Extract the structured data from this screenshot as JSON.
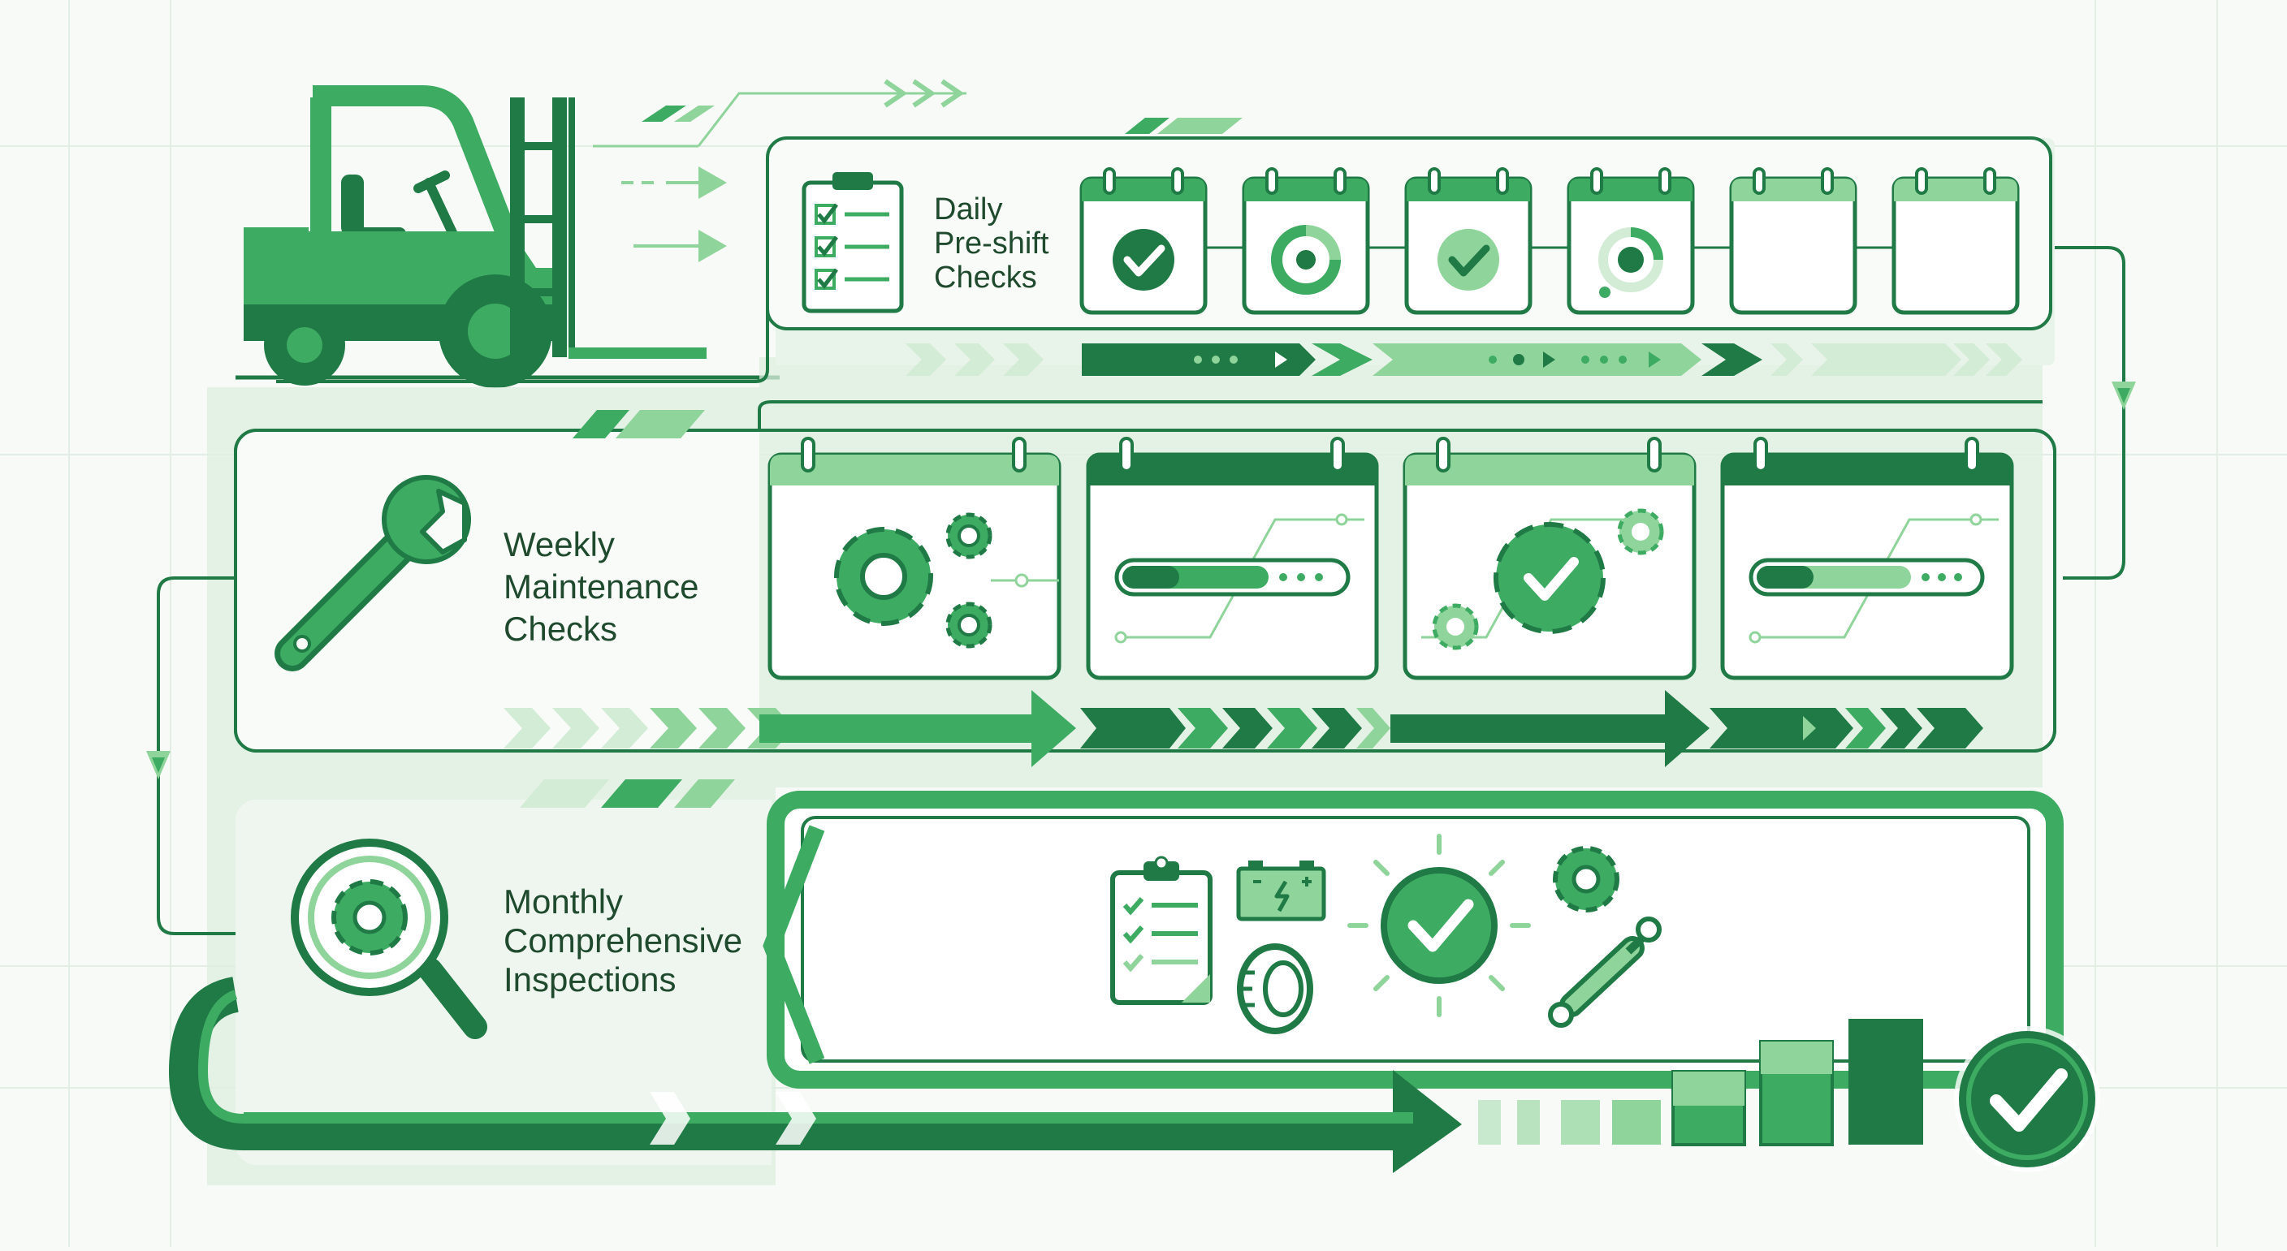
{
  "stages": {
    "daily": {
      "line1": "Daily",
      "line2": "Pre-shift",
      "line3": "Checks"
    },
    "weekly": {
      "line1": "Weekly",
      "line2": "Maintenance",
      "line3": "Checks"
    },
    "monthly": {
      "line1": "Monthly",
      "line2": "Comprehensive",
      "line3": "Inspections"
    }
  },
  "daily_calendar_states": [
    "check",
    "in-progress",
    "check",
    "target",
    "empty",
    "empty"
  ],
  "weekly_panel_contents": [
    "gears",
    "progress-bar",
    "gear-check",
    "progress-bar"
  ],
  "monthly_icons": [
    "clipboard-icon",
    "battery-icon",
    "tire-icon",
    "approved-check-icon",
    "gear-icon",
    "hydraulic-cylinder-icon"
  ],
  "colors": {
    "dark_green": "#1f7a45",
    "mid_green": "#3dab62",
    "light_green": "#8fd49a",
    "pale_green": "#d3ecd6",
    "panel_fill": "#f8fbf8",
    "background": "#f7faf7"
  }
}
